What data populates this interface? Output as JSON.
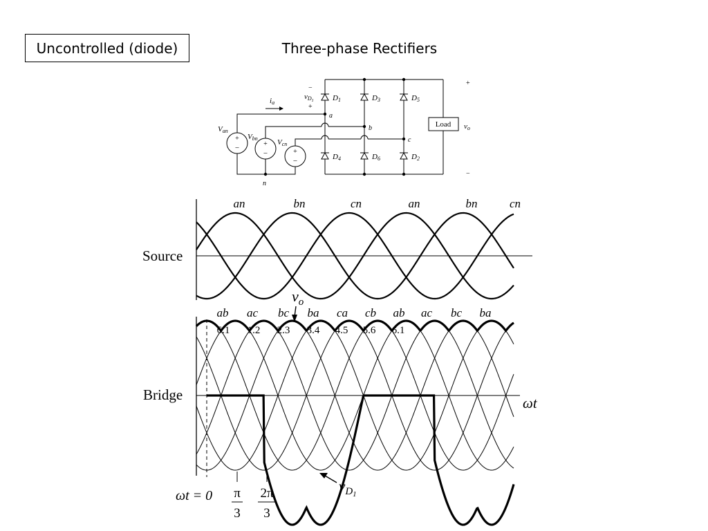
{
  "slide": {
    "category_label": "Uncontrolled (diode)",
    "title": "Three-phase Rectifiers"
  },
  "circuit": {
    "current_label": "i",
    "current_sub": "a",
    "sources": [
      {
        "label": "V",
        "sub": "an"
      },
      {
        "label": "V",
        "sub": "bn"
      },
      {
        "label": "V",
        "sub": "cn"
      }
    ],
    "neutral_label": "n",
    "node_labels": [
      "a",
      "b",
      "c"
    ],
    "diode_voltage": {
      "label": "v",
      "sub": "D",
      "subsub": "1",
      "minus": "−",
      "plus": "+"
    },
    "diodes": [
      {
        "label": "D",
        "sub": "1"
      },
      {
        "label": "D",
        "sub": "3"
      },
      {
        "label": "D",
        "sub": "5"
      },
      {
        "label": "D",
        "sub": "4"
      },
      {
        "label": "D",
        "sub": "6"
      },
      {
        "label": "D",
        "sub": "2"
      }
    ],
    "load_label": "Load",
    "output": {
      "label": "v",
      "sub": "o",
      "plus": "+",
      "minus": "−"
    }
  },
  "waveforms": {
    "source_label": "Source",
    "bridge_label": "Bridge",
    "source_phase_labels": [
      "an",
      "bn",
      "cn",
      "an",
      "bn",
      "cn"
    ],
    "line_labels": [
      "ab",
      "ac",
      "bc",
      "ba",
      "ca",
      "cb",
      "ab",
      "ac",
      "bc",
      "ba"
    ],
    "diode_pairs": [
      "6.1",
      "1.2",
      "2.3",
      "3.4",
      "4.5",
      "5.6",
      "6.1"
    ],
    "output_label": "v",
    "output_sub": "o",
    "axis_label": "ωt",
    "diode_voltage_label": "v",
    "diode_voltage_sub": "D",
    "diode_voltage_subsub": "1",
    "x_start_label": "ωt = 0",
    "tick_1": {
      "numerator": "π",
      "denominator": "3"
    },
    "tick_2": {
      "numerator": "2π",
      "denominator": "3"
    }
  }
}
